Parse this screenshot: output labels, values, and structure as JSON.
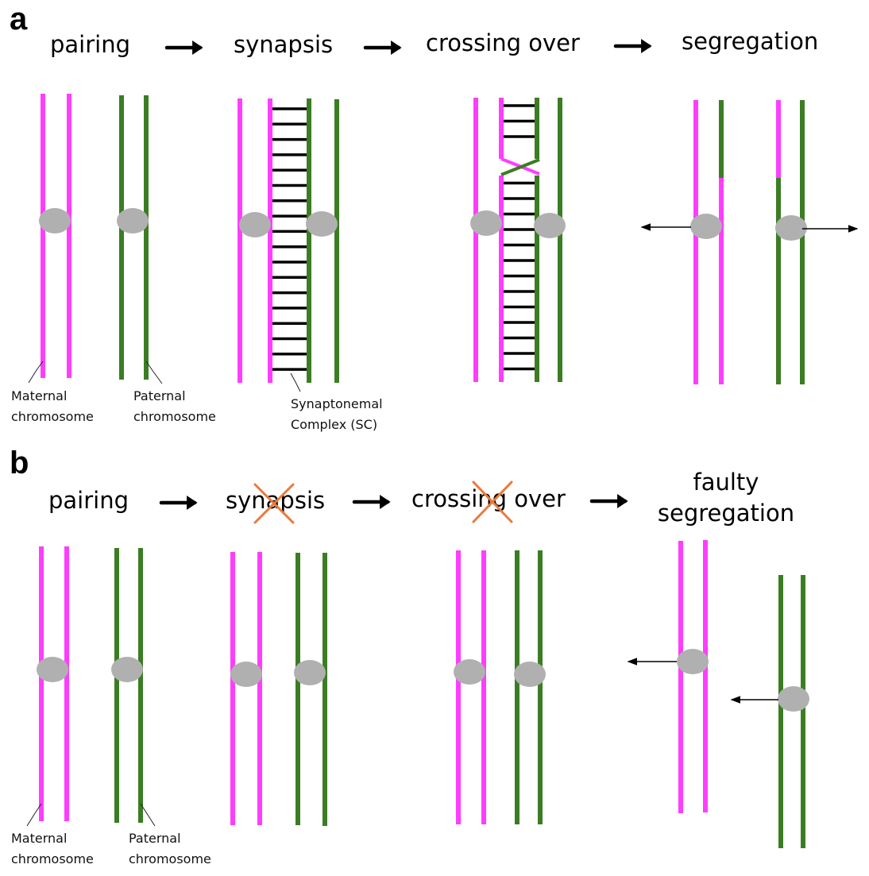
{
  "colors": {
    "maternal": "#ff3dff",
    "paternal": "#3b7d23",
    "centromere": "#b0b0b0",
    "synaptonemal_complex": "#000000",
    "blocked_cross": "#e87b3c",
    "arrow": "#000000"
  },
  "panel_a": {
    "letter": "a",
    "steps": [
      "pairing",
      "synapsis",
      "crossing over",
      "segregation"
    ],
    "labels": {
      "maternal": "Maternal\nchromosome",
      "paternal": "Paternal\nchromosome",
      "sc": "Synaptonemal\nComplex (SC)"
    }
  },
  "panel_b": {
    "letter": "b",
    "steps": [
      "pairing",
      "synapsis",
      "crossing over",
      "faulty\nsegregation"
    ],
    "blocked_steps": [
      "synapsis",
      "crossing over"
    ],
    "labels": {
      "maternal": "Maternal\nchromosome",
      "paternal": "Paternal\nchromosome"
    }
  },
  "icons": {
    "step_arrow": "right-arrow-icon",
    "blocked_marker": "x-cross-icon",
    "pull_arrow": "spindle-pull-arrow"
  }
}
